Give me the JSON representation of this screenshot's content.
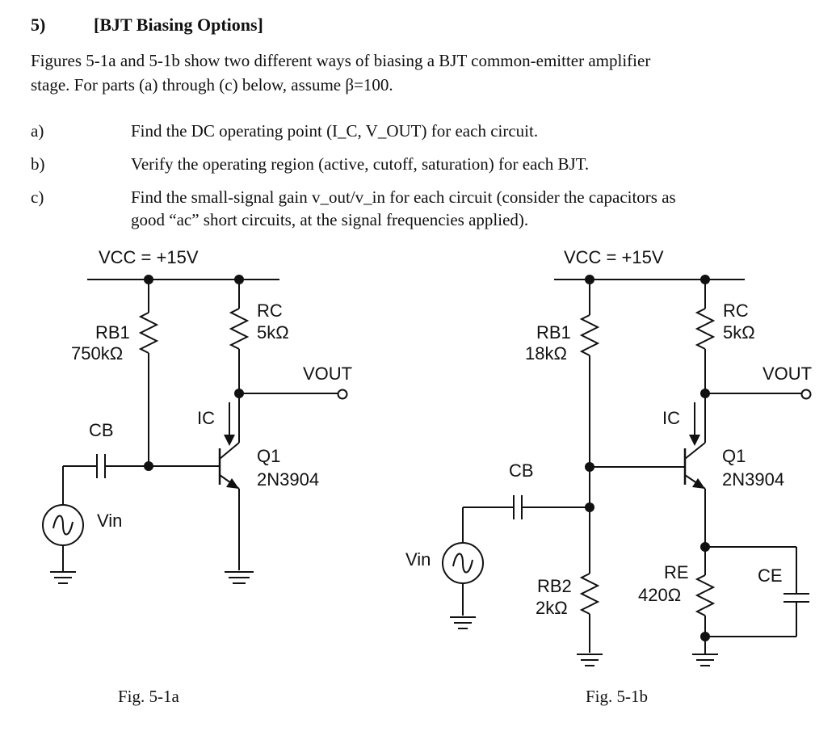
{
  "problem": {
    "number": "5)",
    "title": "[BJT Biasing Options]",
    "intro_line1": "Figures 5-1a and 5-1b show two different ways of biasing a BJT common-emitter amplifier",
    "intro_line2": "stage.  For parts (a) through (c) below, assume β=100."
  },
  "questions": [
    {
      "label": "a)",
      "text": "Find the DC operating point (I_C, V_OUT) for each circuit."
    },
    {
      "label": "b)",
      "text": "Verify the operating region (active, cutoff, saturation) for each BJT."
    },
    {
      "label": "c)",
      "text_line1": "Find the small-signal gain v_out/v_in for each circuit (consider the capacitors as",
      "text_line2": "good “ac” short circuits, at the signal frequencies applied)."
    }
  ],
  "figures": {
    "a": {
      "caption": "Fig. 5-1a",
      "vcc": "VCC = +15V",
      "rb1_name": "RB1",
      "rb1_value": "750kΩ",
      "rc_name": "RC",
      "rc_value": "5kΩ",
      "vout": "VOUT",
      "ic": "IC",
      "cb": "CB",
      "q_name": "Q1",
      "q_part": "2N3904",
      "vin": "Vin"
    },
    "b": {
      "caption": "Fig. 5-1b",
      "vcc": "VCC = +15V",
      "rb1_name": "RB1",
      "rb1_value": "18kΩ",
      "rc_name": "RC",
      "rc_value": "5kΩ",
      "vout": "VOUT",
      "ic": "IC",
      "cb": "CB",
      "q_name": "Q1",
      "q_part": "2N3904",
      "vin": "Vin",
      "rb2_name": "RB2",
      "rb2_value": "2kΩ",
      "re_name": "RE",
      "re_value": "420Ω",
      "ce": "CE"
    }
  }
}
